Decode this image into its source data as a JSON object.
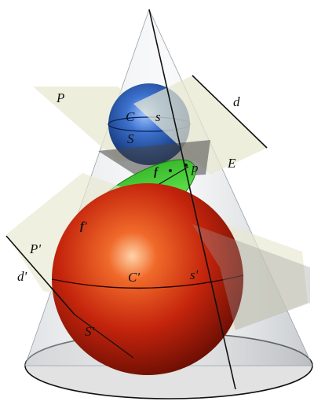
{
  "labels": {
    "P": "P",
    "d": "d",
    "C": "C",
    "s": "s",
    "S": "S",
    "f": "f",
    "p": "p",
    "E": "E",
    "f_prime": "f'",
    "P_prime": "P'",
    "d_prime": "d'",
    "C_prime": "C'",
    "s_prime": "s'",
    "S_prime": "S'"
  },
  "colors": {
    "cone": "#b9bfc4",
    "plane": "#e7e7cf",
    "small_sphere": "#1f4f9f",
    "large_sphere": "#c5260e",
    "ellipse": "#3fbf2f",
    "base_ellipse": "#d9d9d9"
  }
}
